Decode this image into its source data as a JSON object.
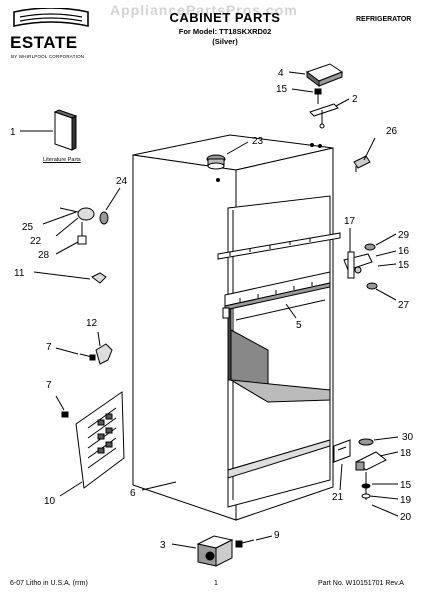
{
  "watermark": "AppliancePartsPros.com",
  "brand": {
    "name": "ESTATE",
    "subtitle": "BY WHIRLPOOL CORPORATION"
  },
  "header": {
    "title": "CABINET PARTS",
    "model_line": "For Model: TT18SKXRD02",
    "color_line": "(Silver)",
    "category": "REFRIGERATOR"
  },
  "literature_label": "Literature Parts",
  "callouts": {
    "c1": "1",
    "c2": "2",
    "c3": "3",
    "c4": "4",
    "c5": "5",
    "c6": "6",
    "c7a": "7",
    "c7b": "7",
    "c9": "9",
    "c10": "10",
    "c11": "11",
    "c12": "12",
    "c15a": "15",
    "c15b": "15",
    "c15c": "15",
    "c16": "16",
    "c17": "17",
    "c18": "18",
    "c19": "19",
    "c20": "20",
    "c21": "21",
    "c22": "22",
    "c23": "23",
    "c24": "24",
    "c25": "25",
    "c26": "26",
    "c27": "27",
    "c28": "28",
    "c29": "29",
    "c30": "30"
  },
  "footer": {
    "left": "6-07 Litho in U.S.A. (rrm)",
    "page": "1",
    "part_no": "Part No. W10151701 Rev.A"
  }
}
